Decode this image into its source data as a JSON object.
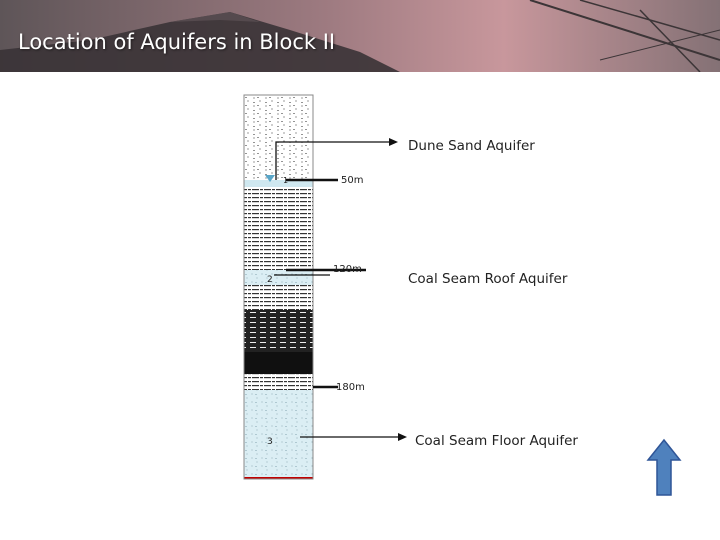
{
  "slide": {
    "title": "Location of Aquifers in Block II"
  },
  "aquifers": [
    {
      "label": "Dune Sand Aquifer",
      "number": "1"
    },
    {
      "label": "Coal Seam Roof Aquifer",
      "number": "2"
    },
    {
      "label": "Coal Seam Floor Aquifer",
      "number": "3"
    }
  ],
  "depth_markers": [
    {
      "label": "50m"
    },
    {
      "label": "120m"
    },
    {
      "label": "180m"
    }
  ],
  "colors": {
    "aquifer_fill": "#dbeef4",
    "coal": "#101010",
    "arrow_fill": "#4f81bd",
    "arrow_stroke": "#2f5597",
    "column_base": "#c00000"
  },
  "icons": {
    "nav": "up-arrow-icon"
  }
}
